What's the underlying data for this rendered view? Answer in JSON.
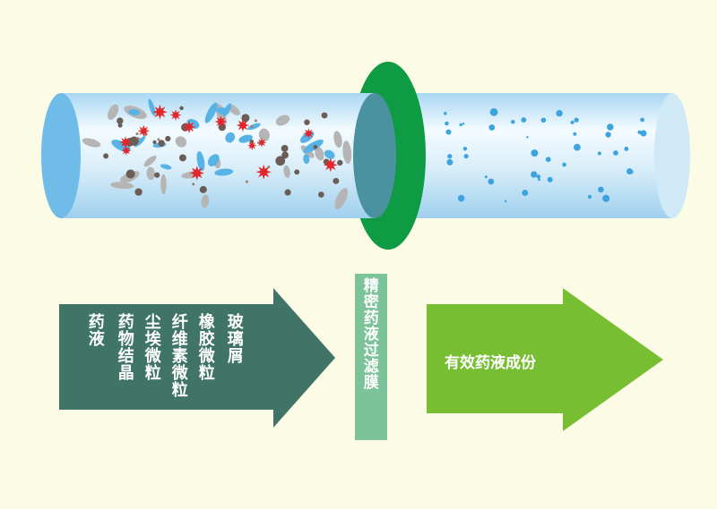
{
  "diagram": {
    "colors": {
      "background": "#fbfbe6",
      "pipe": "#cfe9f7",
      "pipe_end": "#6fbce9",
      "filter_ring": "#0f9b43",
      "filter_label_bg": "#7cc39a",
      "left_arrow": "#3f7466",
      "right_arrow": "#78be32"
    },
    "filter_label": "精密药液过滤膜",
    "left_arrow_labels": [
      "药液",
      "药物结晶",
      "尘埃微粒",
      "纤维素微粒",
      "橡胶微粒",
      "玻璃屑"
    ],
    "right_arrow_label": "有效药液成份"
  }
}
